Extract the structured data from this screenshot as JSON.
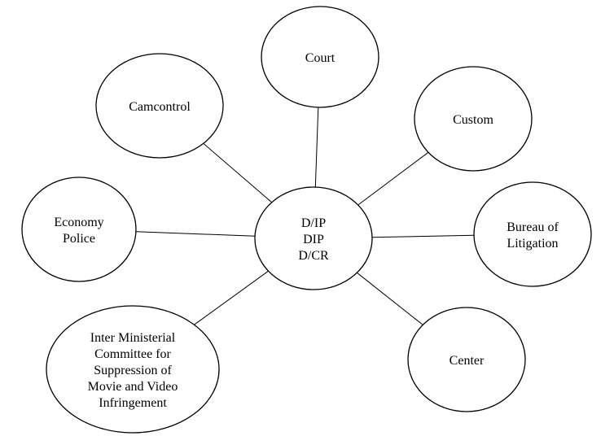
{
  "diagram": {
    "center": {
      "id": "center",
      "lines": [
        "D/IP",
        "DIP",
        "D/CR"
      ]
    },
    "nodes": [
      {
        "id": "court",
        "lines": [
          "Court"
        ]
      },
      {
        "id": "camcontrol",
        "lines": [
          "Camcontrol"
        ]
      },
      {
        "id": "custom",
        "lines": [
          "Custom"
        ]
      },
      {
        "id": "economy-police",
        "lines": [
          "Economy",
          "Police"
        ]
      },
      {
        "id": "bureau-of-litigation",
        "lines": [
          "Bureau of",
          "Litigation"
        ]
      },
      {
        "id": "inter-ministerial-committee",
        "lines": [
          "Inter Ministerial",
          "Committee for",
          "Suppression of",
          "Movie and Video",
          "Infringement"
        ]
      },
      {
        "id": "center-node",
        "lines": [
          "Center"
        ]
      }
    ],
    "edges": [
      [
        "center",
        "court"
      ],
      [
        "center",
        "camcontrol"
      ],
      [
        "center",
        "custom"
      ],
      [
        "center",
        "economy-police"
      ],
      [
        "center",
        "bureau-of-litigation"
      ],
      [
        "center",
        "inter-ministerial-committee"
      ],
      [
        "center",
        "center-node"
      ]
    ]
  }
}
